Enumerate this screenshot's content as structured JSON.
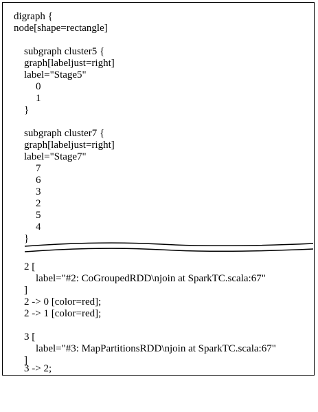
{
  "code_top": [
    "digraph {",
    "node[shape=rectangle]",
    "",
    "subgraph cluster5 {",
    "graph[labeljust=right]",
    "label=\"Stage5\"",
    "0",
    "1",
    "}",
    "",
    "subgraph cluster7 {",
    "graph[labeljust=right]",
    "label=\"Stage7\"",
    "7",
    "6",
    "3",
    "2",
    "5",
    "4",
    "}"
  ],
  "code_bottom": [
    "2 [",
    "label=\"#2: CoGroupedRDD\\njoin at SparkTC.scala:67\"",
    "]",
    "2 -> 0 [color=red];",
    "2 -> 1 [color=red];",
    "",
    "3 [",
    "label=\"#3: MapPartitionsRDD\\njoin at SparkTC.scala:67\"",
    "]",
    "3 -> 2;"
  ]
}
